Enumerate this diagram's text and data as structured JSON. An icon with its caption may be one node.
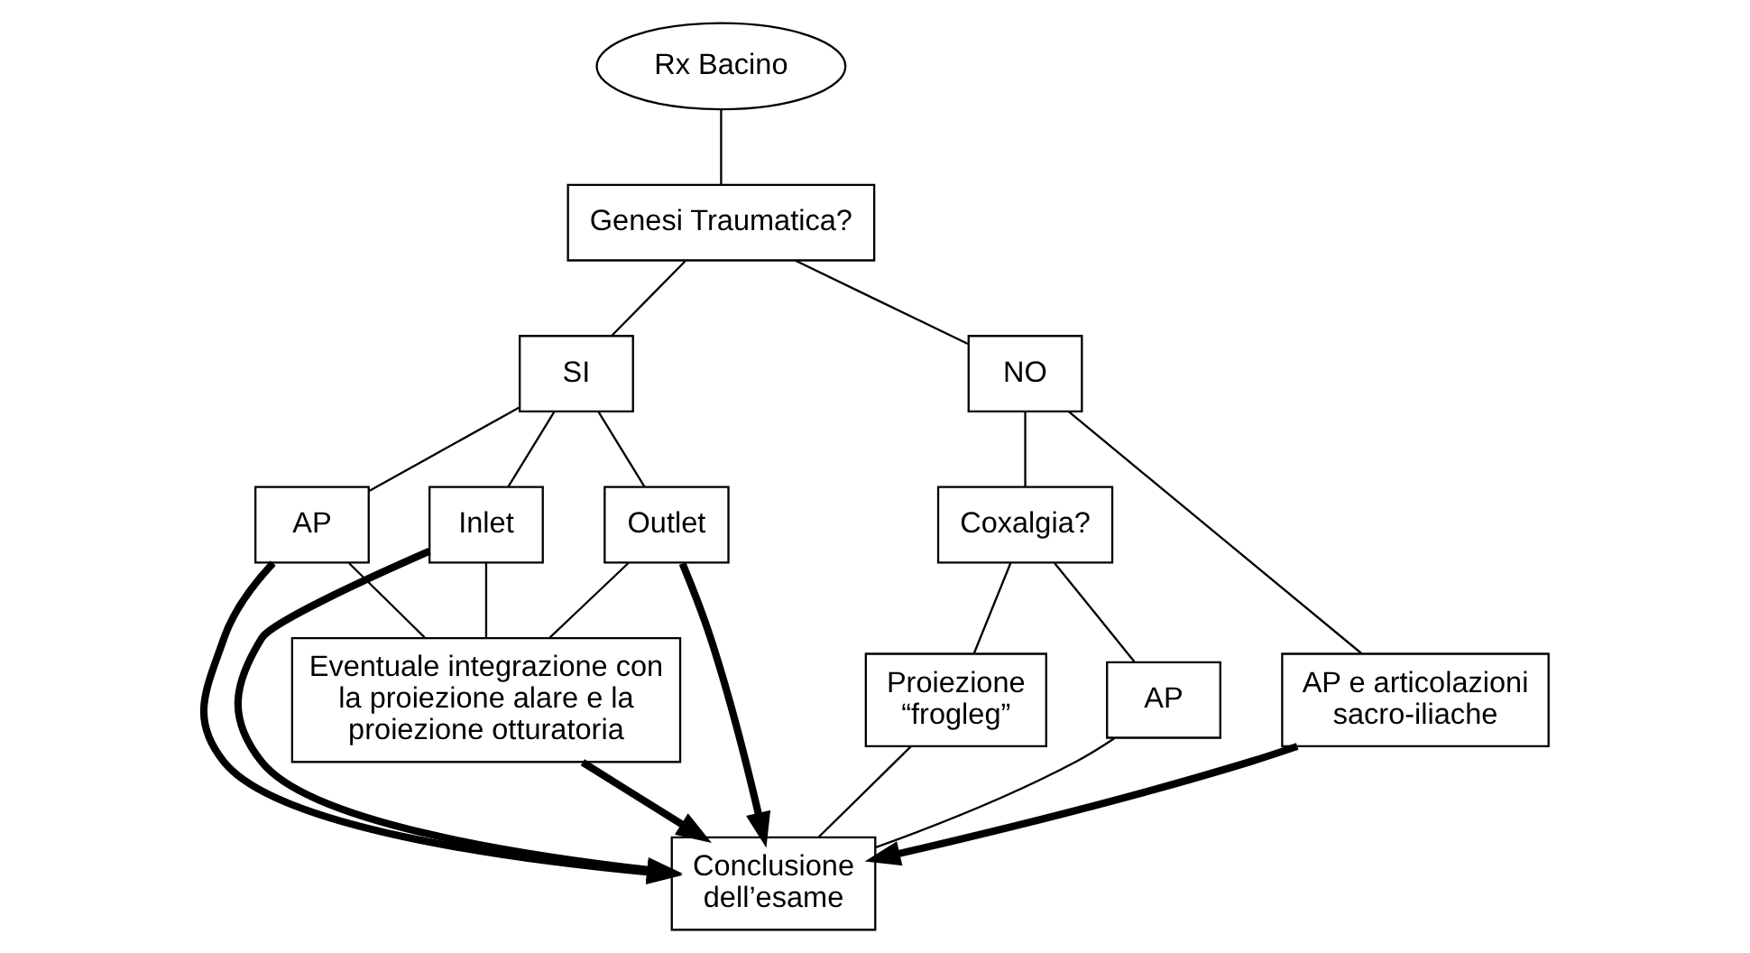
{
  "diagram": {
    "nodes": [
      {
        "text": [
          "Rx Bacino"
        ]
      },
      {
        "text": [
          "Genesi Traumatica?"
        ]
      },
      {
        "text": [
          "SI"
        ]
      },
      {
        "text": [
          "NO"
        ]
      },
      {
        "text": [
          "AP"
        ]
      },
      {
        "text": [
          "Inlet"
        ]
      },
      {
        "text": [
          "Outlet"
        ]
      },
      {
        "text": [
          "Coxalgia?"
        ]
      },
      {
        "text": [
          "AP e articolazioni sacro-iliache"
        ]
      },
      {
        "text": [
          "AP"
        ]
      },
      {
        "text": [
          "Proiezione “frogleg”"
        ]
      },
      {
        "text": [
          "Eventuale integrazione con la proiezione alare e la proiezione otturatoria"
        ]
      },
      {
        "text": [
          "Conclusione dell’esame"
        ]
      }
    ],
    "edges": [
      {
        "from": 0,
        "to": 1,
        "arrow": "none"
      },
      {
        "from": 1,
        "to": 2,
        "arrow": "none"
      },
      {
        "from": 1,
        "to": 3,
        "arrow": "none"
      },
      {
        "from": 2,
        "to": 4,
        "arrow": "none"
      },
      {
        "from": 2,
        "to": 5,
        "arrow": "none"
      },
      {
        "from": 2,
        "to": 6,
        "arrow": "none"
      },
      {
        "from": 3,
        "to": 7,
        "arrow": "none"
      },
      {
        "from": 3,
        "to": 8,
        "arrow": "none"
      },
      {
        "from": 7,
        "to": 9,
        "arrow": "none"
      },
      {
        "from": 7,
        "to": 10,
        "arrow": "none"
      },
      {
        "from": 4,
        "to": 12,
        "arrow": "to",
        "style": "thick"
      },
      {
        "from": 5,
        "to": 12,
        "arrow": "to",
        "style": "thick"
      },
      {
        "from": 6,
        "to": 12,
        "arrow": "to",
        "style": "thick"
      },
      {
        "from": 4,
        "to": 11,
        "arrow": "none"
      },
      {
        "from": 5,
        "to": 11,
        "arrow": "none"
      },
      {
        "from": 6,
        "to": 11,
        "arrow": "none"
      },
      {
        "from": 11,
        "to": 12,
        "arrow": "to",
        "style": "thick"
      },
      {
        "from": 9,
        "to": 12,
        "arrow": "none"
      },
      {
        "from": 10,
        "to": 12,
        "arrow": "none"
      },
      {
        "from": 8,
        "to": 12,
        "arrow": "to",
        "style": "thick"
      }
    ]
  }
}
